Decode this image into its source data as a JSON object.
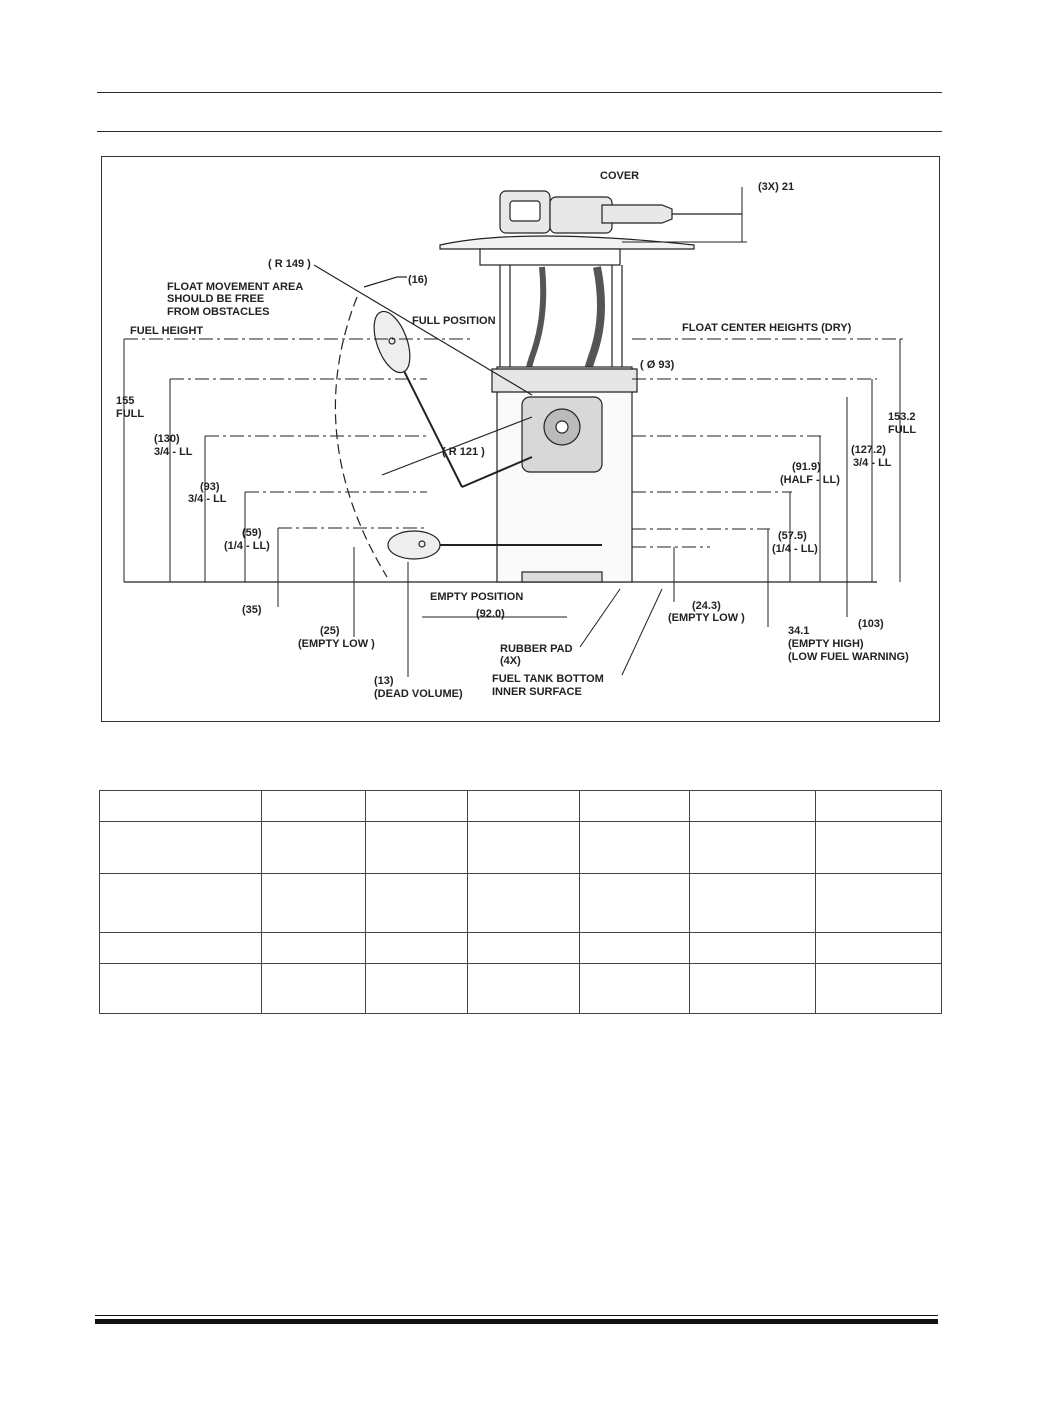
{
  "diagram": {
    "labels": {
      "cover": "COVER",
      "conn_len": "(3X) 21",
      "r149": "( R 149 )",
      "d16": "(16)",
      "float_area_1": "FLOAT MOVEMENT AREA",
      "float_area_2": "SHOULD BE FREE",
      "float_area_3": "FROM OBSTACLES",
      "full_position": "FULL POSITION",
      "fuel_height": "FUEL HEIGHT",
      "float_center_heights": "FLOAT CENTER HEIGHTS (DRY)",
      "dia93": "( Ø 93)",
      "h155": "155",
      "full_left": "FULL",
      "h130": "(130)",
      "h130_sub": "3/4 - LL",
      "h93": "(93)",
      "h93_sub": "3/4 - LL",
      "h59": "(59)",
      "h59_sub": "(1/4 - LL)",
      "d35": "(35)",
      "d25": "(25)",
      "empty_low_left": "(EMPTY LOW )",
      "d13": "(13)",
      "dead_volume": "(DEAD VOLUME)",
      "r121": "( R 121 )",
      "empty_position": "EMPTY POSITION",
      "d92": "(92.0)",
      "rubber_pad": "RUBBER PAD",
      "rubber_pad_qty": "(4X)",
      "tank_bottom_1": "FUEL TANK BOTTOM",
      "tank_bottom_2": "INNER SURFACE",
      "h153": "153.2",
      "full_right": "FULL",
      "h127": "(127.2)",
      "h127_sub": "3/4 - LL",
      "h91": "(91.9)",
      "h91_sub": "(HALF - LL)",
      "h57": "(57.5)",
      "h57_sub": "(1/4 - LL)",
      "h24": "(24.3)",
      "empty_low_right": "(EMPTY LOW )",
      "h103": "(103)",
      "h34": "34.1",
      "empty_high": "(EMPTY HIGH)",
      "low_fuel_warning": "(LOW FUEL WARNING)"
    }
  },
  "table": {
    "rows": 5,
    "cols": 7
  }
}
